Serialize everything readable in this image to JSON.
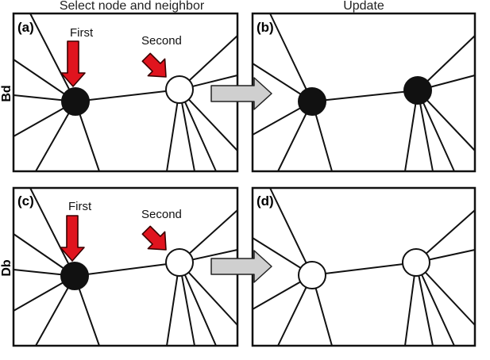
{
  "columns": {
    "left_title": "Select node and neighbor",
    "right_title": "Update"
  },
  "rows": {
    "top_label": "Bd",
    "bottom_label": "Db"
  },
  "panels": {
    "a": {
      "label": "(a)",
      "first_label": "First",
      "second_label": "Second"
    },
    "b": {
      "label": "(b)"
    },
    "c": {
      "label": "(c)",
      "first_label": "First",
      "second_label": "Second"
    },
    "d": {
      "label": "(d)"
    }
  },
  "colors": {
    "selected_node": "#111111",
    "unselected_node": "#ffffff",
    "pointer_arrow": "#e0141e",
    "transition_arrow": "#cfcfcf"
  },
  "icons": {
    "pointer": "red-arrow-icon",
    "transition": "right-arrow-icon"
  }
}
